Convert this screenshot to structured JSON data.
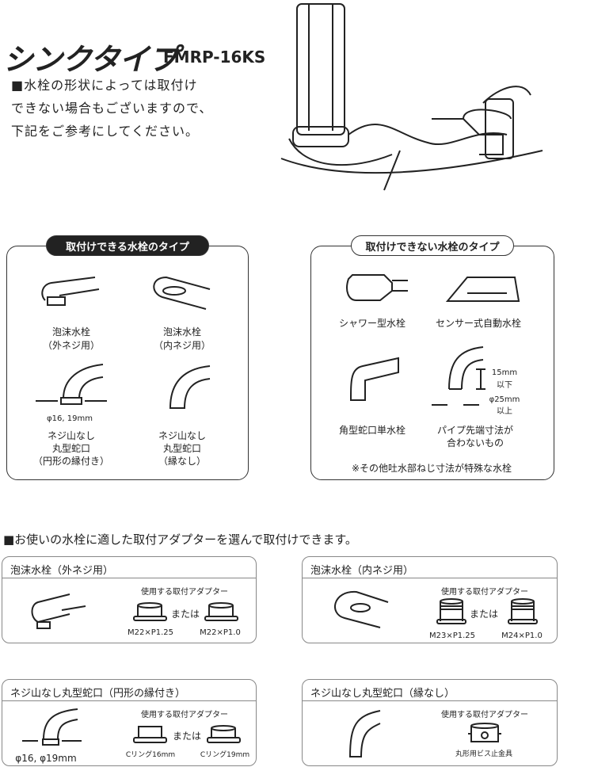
{
  "header": {
    "title": "シンクタイプ",
    "model": "FMRP-16KS",
    "intro": [
      "■水栓の形状によっては取付け",
      "できない場合もございますので、",
      "下記をご参考にしてください。"
    ]
  },
  "compatible": {
    "title": "取付けできる水栓のタイプ",
    "items": [
      {
        "lines": [
          "泡沫水栓",
          "（外ネジ用）"
        ]
      },
      {
        "lines": [
          "泡沫水栓",
          "（内ネジ用）"
        ]
      },
      {
        "dimension": "φ16, 19mm",
        "lines": [
          "ネジ山なし",
          "丸型蛇口",
          "（円形の縁付き）"
        ]
      },
      {
        "lines": [
          "ネジ山なし",
          "丸型蛇口",
          "（縁なし）"
        ]
      }
    ]
  },
  "incompatible": {
    "title": "取付けできない水栓のタイプ",
    "items": [
      {
        "lines": [
          "シャワー型水栓"
        ]
      },
      {
        "lines": [
          "センサー式自動水栓"
        ]
      },
      {
        "lines": [
          "角型蛇口単水栓"
        ]
      },
      {
        "lines": [
          "パイプ先端寸法が",
          "合わないもの"
        ],
        "dim1": [
          "15mm",
          "以下"
        ],
        "dim2": [
          "φ25mm",
          "以上"
        ]
      }
    ],
    "note": "※その他吐水部ねじ寸法が特殊な水栓"
  },
  "adapters": {
    "heading": "■お使いの水栓に適した取付アダプターを選んで取付けできます。",
    "used_label": "使用する取付アダプター",
    "or": "または",
    "cards": [
      {
        "title": "泡沫水栓（外ネジ用）",
        "a": "M22×P1.25",
        "b": "M22×P1.0"
      },
      {
        "title": "泡沫水栓（内ネジ用）",
        "a": "M23×P1.25",
        "b": "M24×P1.0"
      },
      {
        "title": "ネジ山なし丸型蛇口（円形の縁付き）",
        "dim": "φ16, φ19mm",
        "a": "Cリング16mm",
        "b": "Cリング19mm"
      },
      {
        "title": "ネジ山なし丸型蛇口（縁なし）",
        "a": "丸形用ビス止金具"
      }
    ]
  }
}
